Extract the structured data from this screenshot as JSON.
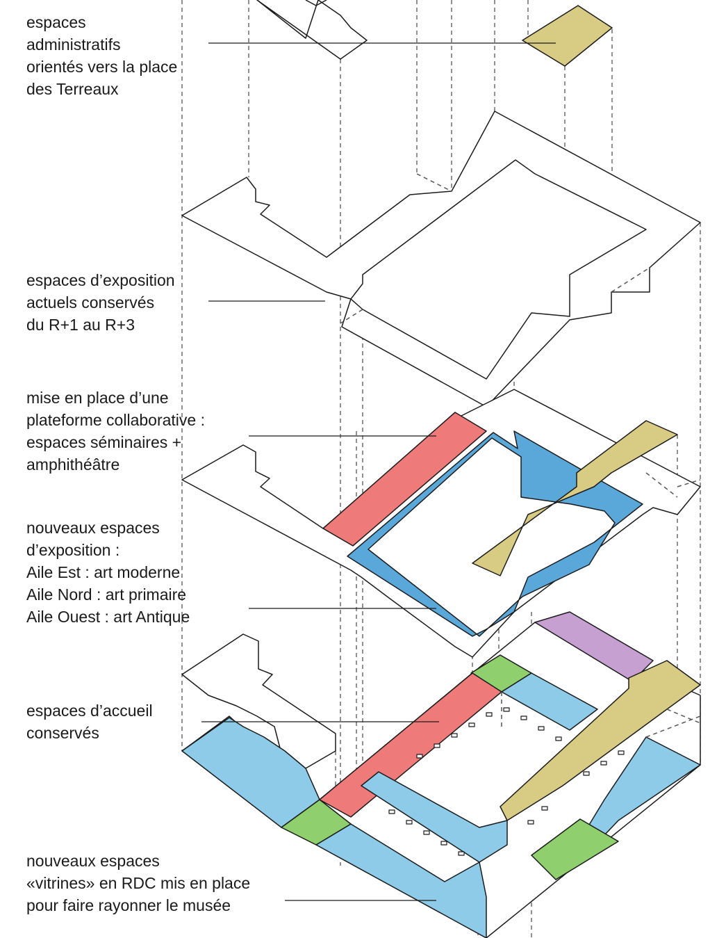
{
  "colors": {
    "outline": "#1a1a1a",
    "dashed": "#555555",
    "administratif": "#d8cc85",
    "exposition": "#5aa7d9",
    "vitrines": "#8dcbe9",
    "accueil": "#ef7a7a",
    "vert": "#8fcf6e",
    "violet": "#c7a0d2"
  },
  "labels": [
    {
      "id": "administratifs",
      "lines": [
        "espaces",
        "administratifs",
        "orientés vers la place",
        "des Terreaux"
      ]
    },
    {
      "id": "exposition-actuels",
      "lines": [
        "espaces d’exposition",
        "actuels conservés",
        "du R+1 au R+3"
      ]
    },
    {
      "id": "plateforme",
      "lines": [
        "mise en place d’une",
        "plateforme collaborative :",
        "espaces séminaires +",
        "amphithéâtre"
      ]
    },
    {
      "id": "nouveaux-exposition",
      "lines": [
        "nouveaux espaces",
        "d’exposition :",
        "Aile Est : art moderne",
        "Aile Nord : art primaire",
        "Aile Ouest : art Antique"
      ]
    },
    {
      "id": "accueil",
      "lines": [
        "espaces d’accueil",
        "conservés"
      ]
    },
    {
      "id": "vitrines",
      "lines": [
        "nouveaux espaces",
        "«vitrines» en RDC mis en place",
        "pour faire rayonner le musée"
      ]
    }
  ]
}
